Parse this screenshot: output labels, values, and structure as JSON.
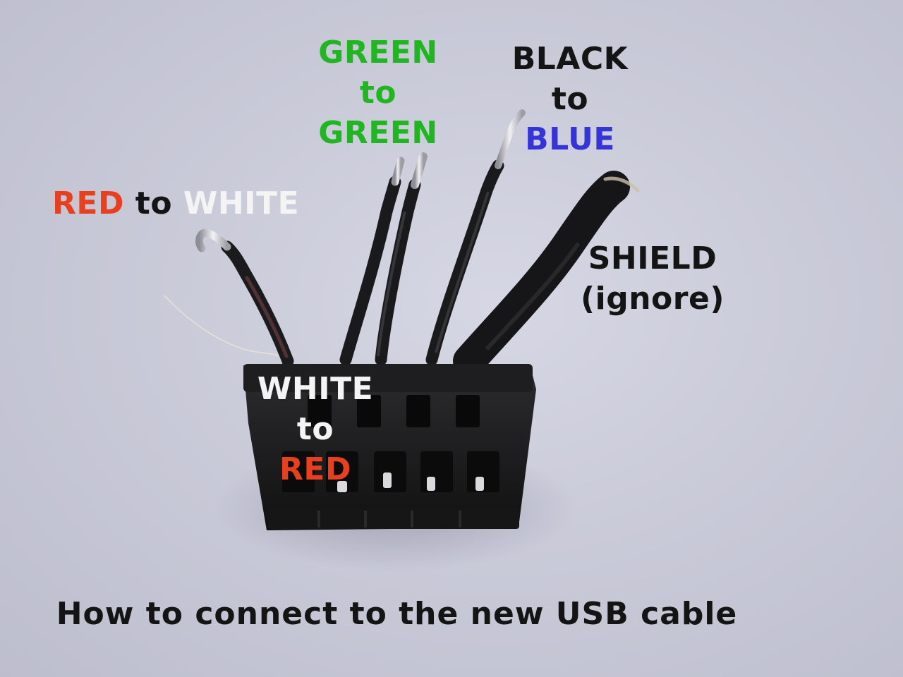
{
  "image": {
    "subject": "photo",
    "background_color": "#c9cad8"
  },
  "labels": {
    "green": {
      "line1": "GREEN",
      "line2": "to",
      "line3": "GREEN",
      "color": "#22b522"
    },
    "black": {
      "line1": "BLACK",
      "line2": "to",
      "line3": "BLUE",
      "color_black": "#141414",
      "color_blue": "#3434d8"
    },
    "red": {
      "part1": "RED",
      "part2": "to",
      "part3": "WHITE",
      "color_red": "#e8401e",
      "color_white": "#f4f4f4"
    },
    "shield": {
      "line1": "SHIELD",
      "line2": "(ignore)"
    },
    "white": {
      "line1": "WHITE",
      "line2": "to",
      "line3": "RED"
    }
  },
  "caption": "How to connect to the new USB cable"
}
